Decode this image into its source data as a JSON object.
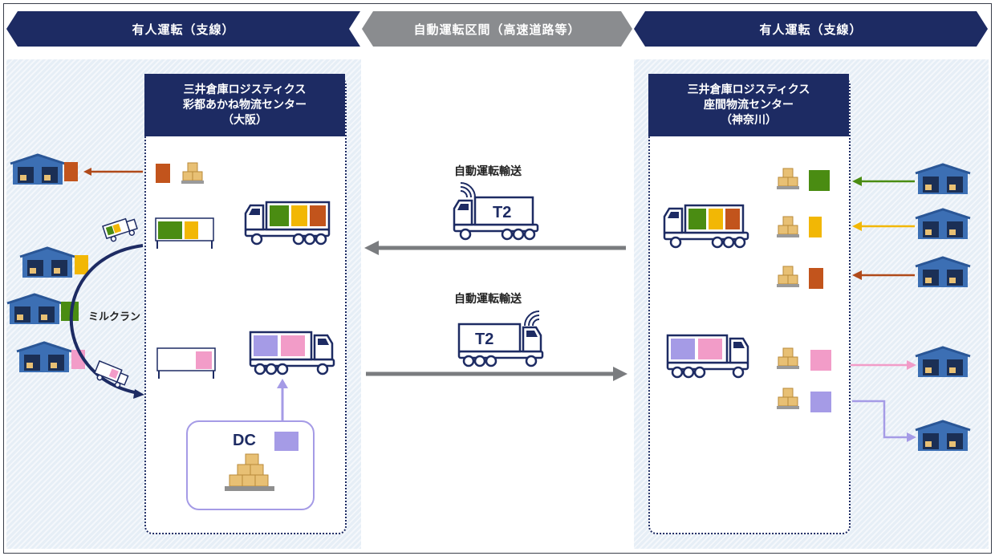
{
  "banners": {
    "left": "有人運転（支線）",
    "center": "自動運転区間（高速道路等）",
    "right": "有人運転（支線）"
  },
  "left_center": {
    "line1": "三井倉庫ロジスティクス",
    "line2": "彩都あかね物流センター",
    "line3": "（大阪）"
  },
  "right_center": {
    "line1": "三井倉庫ロジスティクス",
    "line2": "座間物流センター",
    "line3": "（神奈川）"
  },
  "transport": {
    "top_label": "自動運転輸送",
    "bottom_label": "自動運転輸送",
    "truck_logo": "T2"
  },
  "milk_run_label": "ミルクラン",
  "dc_label": "DC",
  "colors": {
    "navy": "#1d2b63",
    "gray": "#8a8c8f",
    "brown": "#c2541c",
    "green": "#4a8c12",
    "yellow": "#f2b705",
    "pink": "#f29cc8",
    "lavender": "#a59be6",
    "warehouse_blue": "#3c6fb4",
    "box_tan": "#e8c074"
  },
  "icons": [
    "warehouse-icon",
    "truck-icon",
    "autonomous-truck-icon",
    "box-stack-icon",
    "arrow-icon",
    "signal-icon"
  ]
}
